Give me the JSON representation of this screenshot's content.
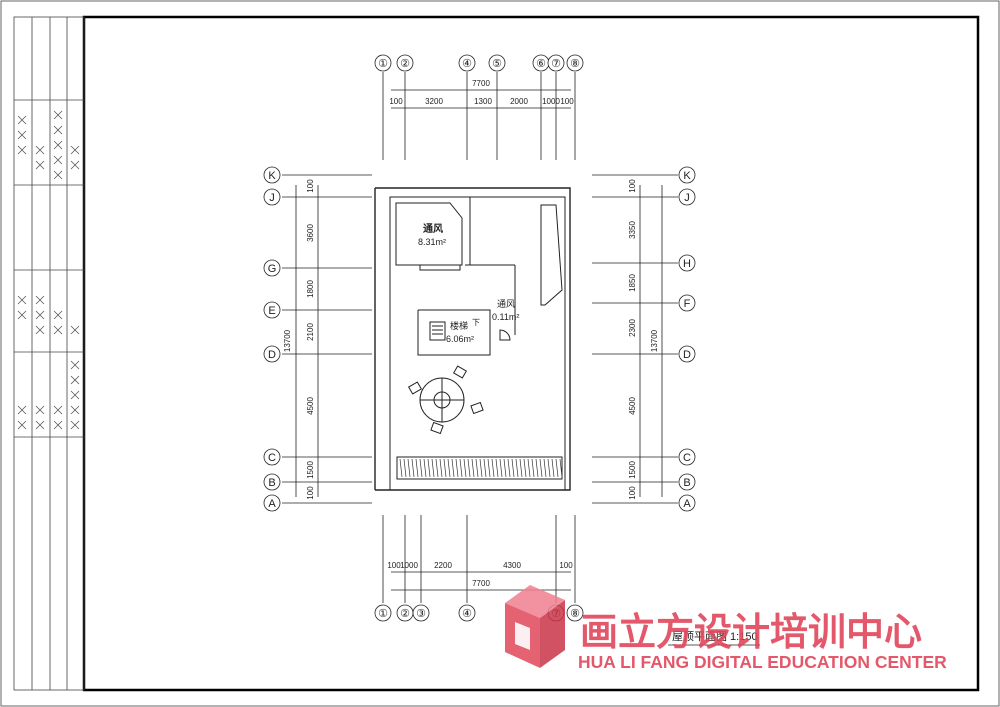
{
  "drawing": {
    "title": "屋顶平面图 1:150",
    "rooms": [
      {
        "name": "通风",
        "area": "8.31m²"
      },
      {
        "name": "通风",
        "area": "0.11m²"
      },
      {
        "name": "楼梯",
        "area": "6.06m²"
      }
    ],
    "stair_direction": "下",
    "top_axes": [
      "①",
      "②",
      "④",
      "⑤",
      "⑥",
      "⑦",
      "⑧"
    ],
    "bottom_axes": [
      "①",
      "②",
      "③",
      "④",
      "⑦",
      "⑧"
    ],
    "left_axes": [
      "K",
      "J",
      "G",
      "E",
      "D",
      "C",
      "B",
      "A"
    ],
    "right_axes": [
      "K",
      "J",
      "H",
      "F",
      "D",
      "C",
      "B",
      "A"
    ],
    "top_total": "7700",
    "top_dims": [
      "100",
      "3200",
      "1300",
      "2000",
      "1000",
      "100"
    ],
    "bottom_total": "7700",
    "bottom_dims": [
      "100",
      "1000",
      "2200",
      "4300",
      "100"
    ],
    "left_total": "13700",
    "left_dims": [
      "100",
      "3600",
      "1800",
      "2100",
      "4500",
      "1500",
      "100"
    ],
    "right_total": "13700",
    "right_dims": [
      "100",
      "3350",
      "1850",
      "2300",
      "4500",
      "1500",
      "100"
    ]
  },
  "branding": {
    "name_cn": "画立方设计培训中心",
    "name_en": "HUA LI FANG DIGITAL EDUCATION CENTER",
    "accent": "#e0475a"
  },
  "colors": {
    "line": "#222222",
    "frame": "#000000"
  }
}
